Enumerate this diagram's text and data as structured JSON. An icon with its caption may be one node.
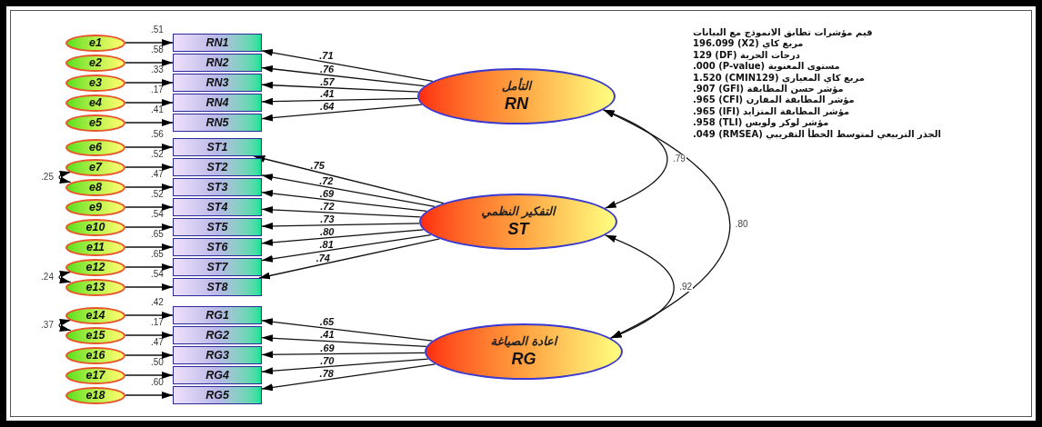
{
  "diagram": {
    "nodes": [
      {
        "text": [
          "e1"
        ]
      },
      {
        "text": [
          "e2"
        ]
      },
      {
        "text": [
          "e3"
        ]
      },
      {
        "text": [
          "e4"
        ]
      },
      {
        "text": [
          "e5"
        ]
      },
      {
        "text": [
          "e6"
        ]
      },
      {
        "text": [
          "e7"
        ]
      },
      {
        "text": [
          "e8"
        ]
      },
      {
        "text": [
          "e9"
        ]
      },
      {
        "text": [
          "e10"
        ]
      },
      {
        "text": [
          "e11"
        ]
      },
      {
        "text": [
          "e12"
        ]
      },
      {
        "text": [
          "e13"
        ]
      },
      {
        "text": [
          "e14"
        ]
      },
      {
        "text": [
          "e15"
        ]
      },
      {
        "text": [
          "e16"
        ]
      },
      {
        "text": [
          "e17"
        ]
      },
      {
        "text": [
          "e18"
        ]
      },
      {
        "text": [
          "RN1"
        ],
        "beside": [
          ".51"
        ]
      },
      {
        "text": [
          "RN2"
        ],
        "beside": [
          ".58"
        ]
      },
      {
        "text": [
          "RN3"
        ],
        "beside": [
          ".33"
        ]
      },
      {
        "text": [
          "RN4"
        ],
        "beside": [
          ".17"
        ]
      },
      {
        "text": [
          "RN5"
        ],
        "beside": [
          ".41"
        ]
      },
      {
        "text": [
          "ST1"
        ],
        "beside": [
          ".56"
        ]
      },
      {
        "text": [
          "ST2"
        ],
        "beside": [
          ".52"
        ]
      },
      {
        "text": [
          "ST3"
        ],
        "beside": [
          ".47"
        ]
      },
      {
        "text": [
          "ST4"
        ],
        "beside": [
          ".52"
        ]
      },
      {
        "text": [
          "ST5"
        ],
        "beside": [
          ".54"
        ]
      },
      {
        "text": [
          "ST6"
        ],
        "beside": [
          ".65"
        ]
      },
      {
        "text": [
          "ST7"
        ],
        "beside": [
          ".65"
        ]
      },
      {
        "text": [
          "ST8"
        ],
        "beside": [
          ".54"
        ]
      },
      {
        "text": [
          "RG1"
        ],
        "beside": [
          ".42"
        ]
      },
      {
        "text": [
          "RG2"
        ],
        "beside": [
          ".17"
        ]
      },
      {
        "text": [
          "RG3"
        ],
        "beside": [
          ".47"
        ]
      },
      {
        "text": [
          "RG4"
        ],
        "beside": [
          ".50"
        ]
      },
      {
        "text": [
          "RG5"
        ],
        "beside": [
          ".60"
        ]
      },
      {
        "text": [
          "التأمل",
          "RN"
        ]
      },
      {
        "text": [
          "التفكير النظمي",
          "ST"
        ]
      },
      {
        "text": [
          "اعادة الصياغة",
          "RG"
        ]
      }
    ],
    "edges": [
      {
        "from": 0,
        "to": 18,
        "arrow": "to"
      },
      {
        "from": 1,
        "to": 19,
        "arrow": "to"
      },
      {
        "from": 2,
        "to": 20,
        "arrow": "to"
      },
      {
        "from": 3,
        "to": 21,
        "arrow": "to"
      },
      {
        "from": 4,
        "to": 22,
        "arrow": "to"
      },
      {
        "from": 5,
        "to": 23,
        "arrow": "to"
      },
      {
        "from": 6,
        "to": 24,
        "arrow": "to"
      },
      {
        "from": 7,
        "to": 25,
        "arrow": "to"
      },
      {
        "from": 8,
        "to": 26,
        "arrow": "to"
      },
      {
        "from": 9,
        "to": 27,
        "arrow": "to"
      },
      {
        "from": 10,
        "to": 28,
        "arrow": "to"
      },
      {
        "from": 11,
        "to": 29,
        "arrow": "to"
      },
      {
        "from": 12,
        "to": 30,
        "arrow": "to"
      },
      {
        "from": 13,
        "to": 31,
        "arrow": "to"
      },
      {
        "from": 14,
        "to": 32,
        "arrow": "to"
      },
      {
        "from": 15,
        "to": 33,
        "arrow": "to"
      },
      {
        "from": 16,
        "to": 34,
        "arrow": "to"
      },
      {
        "from": 17,
        "to": 35,
        "arrow": "to"
      },
      {
        "from": 36,
        "to": 18,
        "arrow": "to",
        "label": ".71"
      },
      {
        "from": 36,
        "to": 19,
        "arrow": "to",
        "label": ".76"
      },
      {
        "from": 36,
        "to": 20,
        "arrow": "to",
        "label": ".57"
      },
      {
        "from": 36,
        "to": 21,
        "arrow": "to",
        "label": ".41"
      },
      {
        "from": 36,
        "to": 22,
        "arrow": "to",
        "label": ".64"
      },
      {
        "from": 37,
        "to": 23,
        "arrow": "to",
        "label": ".75"
      },
      {
        "from": 37,
        "to": 24,
        "arrow": "to",
        "label": ".72"
      },
      {
        "from": 37,
        "to": 25,
        "arrow": "to",
        "label": ".69"
      },
      {
        "from": 37,
        "to": 26,
        "arrow": "to",
        "label": ".72"
      },
      {
        "from": 37,
        "to": 27,
        "arrow": "to",
        "label": ".73"
      },
      {
        "from": 37,
        "to": 28,
        "arrow": "to",
        "label": ".80"
      },
      {
        "from": 37,
        "to": 29,
        "arrow": "to",
        "label": ".81"
      },
      {
        "from": 37,
        "to": 30,
        "arrow": "to",
        "label": ".74"
      },
      {
        "from": 38,
        "to": 31,
        "arrow": "to",
        "label": ".65"
      },
      {
        "from": 38,
        "to": 32,
        "arrow": "to",
        "label": ".41"
      },
      {
        "from": 38,
        "to": 33,
        "arrow": "to",
        "label": ".69"
      },
      {
        "from": 38,
        "to": 34,
        "arrow": "to",
        "label": ".70"
      },
      {
        "from": 38,
        "to": 35,
        "arrow": "to",
        "label": ".78"
      },
      {
        "from": 6,
        "to": 7,
        "arrow": "both",
        "label": ".25"
      },
      {
        "from": 11,
        "to": 12,
        "arrow": "both",
        "label": ".24"
      },
      {
        "from": 13,
        "to": 14,
        "arrow": "both",
        "label": ".37"
      },
      {
        "from": 36,
        "to": 37,
        "arrow": "both",
        "label": ".79"
      },
      {
        "from": 37,
        "to": 38,
        "arrow": "both",
        "label": ".92"
      },
      {
        "from": 36,
        "to": 38,
        "arrow": "both",
        "label": ".80"
      }
    ],
    "labels": [
      "قيم مؤشرات تطابق الانموذج مع البيانات",
      "196.099 (X2) مربع كاي",
      "129 (DF) درجات الحرية",
      ".000 (P-value) مستوى المعنوية",
      "1.520 (CMIN129) مربع كاي المعياري",
      ".907 (GFI) مؤشر حسن المطابقة",
      ".965 (CFI) مؤشر المطابقة المقارن",
      ".965 (IFI) مؤشر المطابقة المتزايد",
      ".958 (TLI) مؤشر لوكر ولويس",
      ".049 (RMSEA) الجذر التربيعي لمتوسط الخطأ التقريبي"
    ]
  }
}
